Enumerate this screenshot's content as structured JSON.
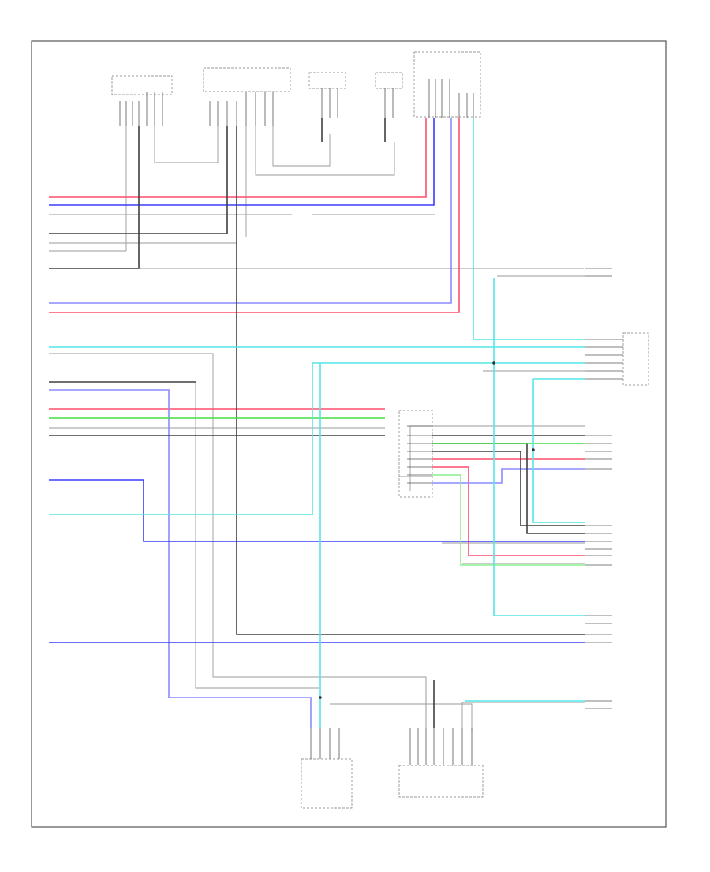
{
  "diagram": {
    "footer_code": "",
    "components": [
      {
        "id": "c1",
        "label": ""
      },
      {
        "id": "c2",
        "label": ""
      },
      {
        "id": "c3",
        "label": ""
      },
      {
        "id": "c4",
        "label": ""
      },
      {
        "id": "c5",
        "label": ""
      },
      {
        "id": "c6",
        "label": ""
      },
      {
        "id": "c7",
        "label": ""
      },
      {
        "id": "c8",
        "label": ""
      },
      {
        "id": "c9",
        "label": ""
      },
      {
        "id": "c10",
        "label": ""
      },
      {
        "id": "c11",
        "label": ""
      },
      {
        "id": "c12",
        "label": ""
      },
      {
        "id": "c13",
        "label": ""
      },
      {
        "id": "c14",
        "label": ""
      }
    ],
    "wire_colors": {
      "red": "#ff4d6d",
      "blue": "#3b3bff",
      "dark": "#404040",
      "green": "#44dd44",
      "cyan": "#55e6e6",
      "lightblue": "#8a8aff",
      "gray": "#9a9a9a"
    }
  }
}
